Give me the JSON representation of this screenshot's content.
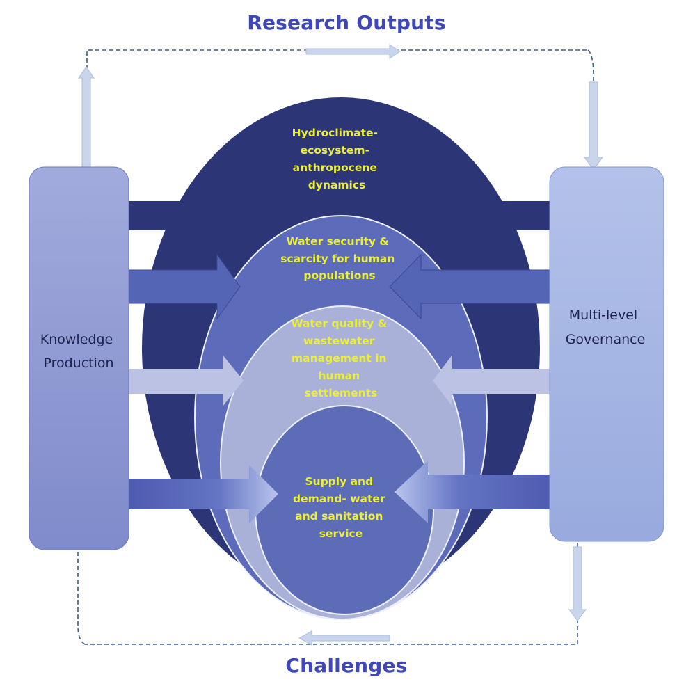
{
  "colors": {
    "title": "#3f48b8",
    "ring_outer": "#2c3677",
    "ring_2": "#5c6cba",
    "ring_3": "#a9b1d9",
    "ring_inner": "#5d6cb6",
    "ring_text": "#ecee3a",
    "box_left": "#8f9ad2",
    "box_right": "#a7b8e4",
    "box_text": "#1e2250",
    "dashed": "#3e5f86",
    "arrow_light": "#c9d5ea"
  },
  "diagram": {
    "top_title": "Research Outputs",
    "bottom_title": "Challenges",
    "left_box": {
      "lines": [
        "Knowledge",
        "Production"
      ]
    },
    "right_box": {
      "lines": [
        "Multi-level",
        "Governance"
      ]
    },
    "rings": [
      {
        "lines": [
          "Hydroclimate-",
          "ecosystem-",
          "anthropocene",
          "dynamics"
        ]
      },
      {
        "lines": [
          "Water security &",
          "scarcity for human",
          "populations"
        ]
      },
      {
        "lines": [
          "Water quality &",
          "wastewater",
          "management in",
          "human",
          "settlements"
        ]
      },
      {
        "lines": [
          "Supply and",
          "demand- water",
          "and sanitation",
          "service"
        ]
      }
    ]
  }
}
